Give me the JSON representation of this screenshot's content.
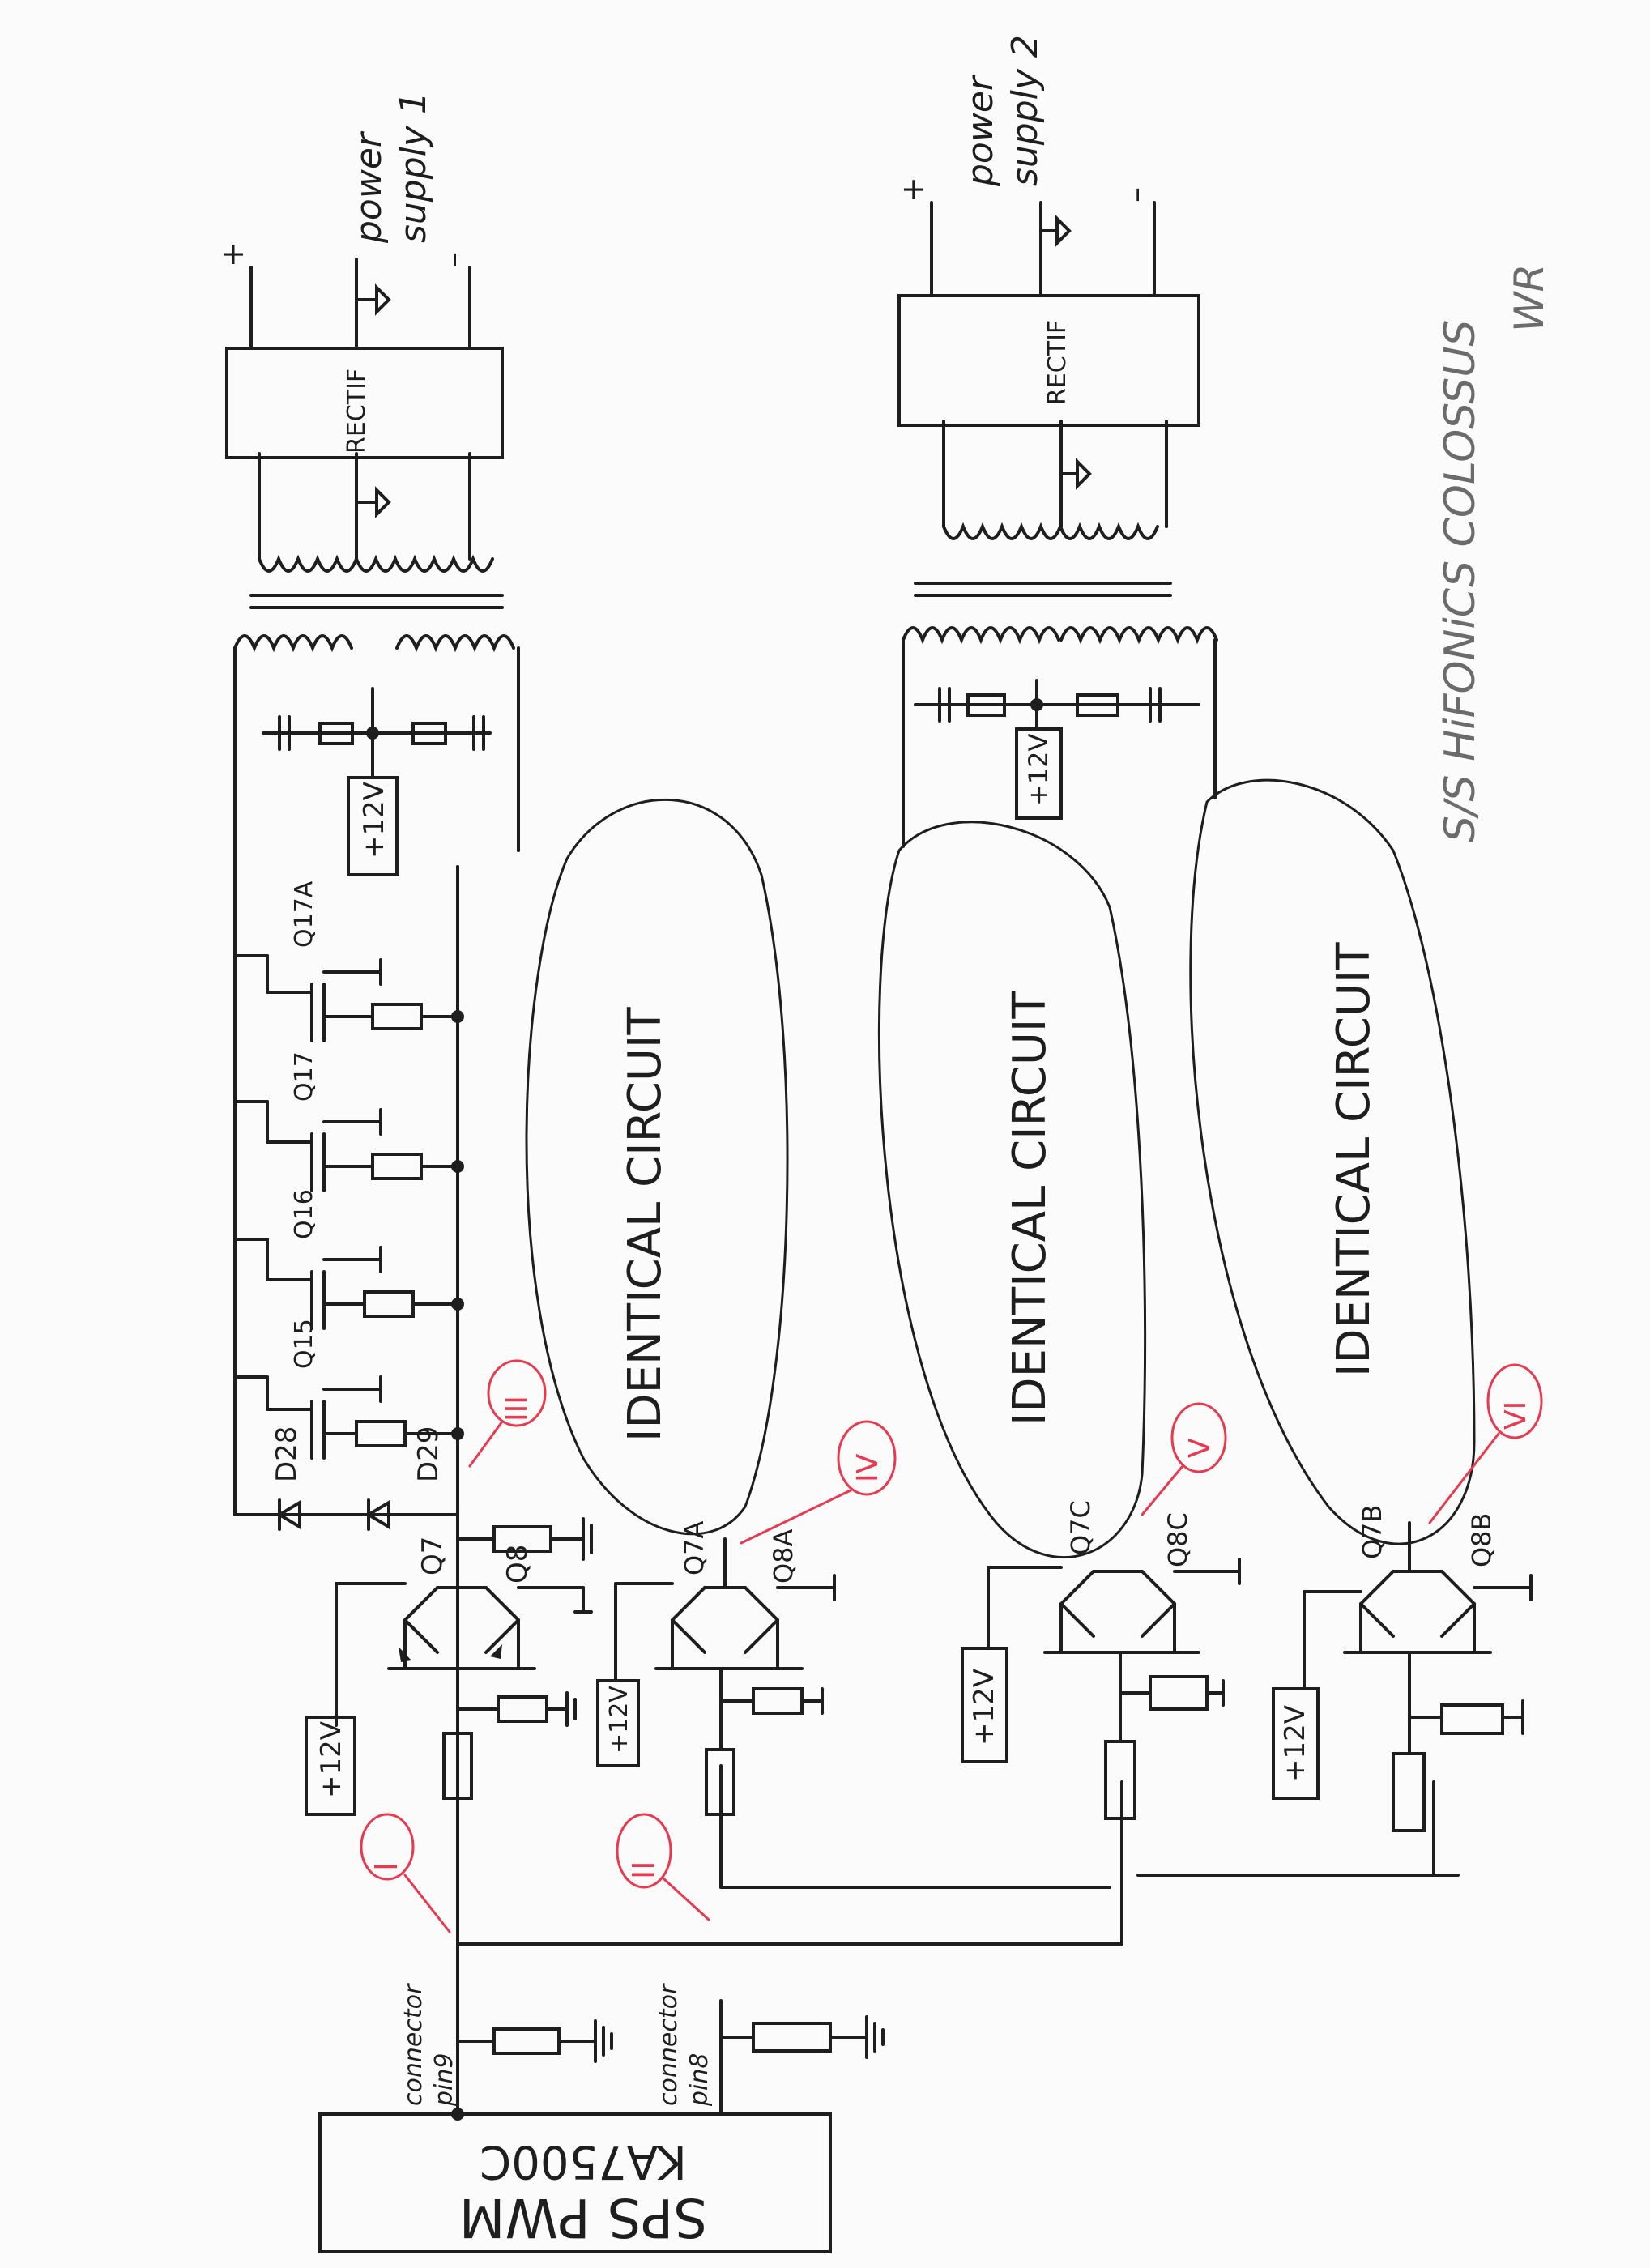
{
  "ic": {
    "name": "SPS PWM",
    "part": "KA7500C"
  },
  "connectors": {
    "pin9": [
      "connector",
      "pin9"
    ],
    "pin8": [
      "connector",
      "pin8"
    ]
  },
  "supply_tag": "+12V",
  "stage1": {
    "q_upper": "Q7",
    "q_lower": "Q8",
    "d_a": "D28",
    "d_b": "D29",
    "mosfets": [
      "Q15",
      "Q16",
      "Q17",
      "Q17A"
    ]
  },
  "driver_a": {
    "q_upper": "Q7A",
    "q_lower": "Q8A"
  },
  "driver_c": {
    "q_upper": "Q7C",
    "q_lower": "Q8C"
  },
  "driver_b": {
    "q_upper": "Q7B",
    "q_lower": "Q8B"
  },
  "identical_label": "IDENTICAL CIRCUIT",
  "rectifier_label": "RECTIF",
  "power_supply_1": [
    "power",
    "supply 1"
  ],
  "power_supply_2": [
    "power",
    "supply 2"
  ],
  "plus": "+",
  "minus": "–",
  "title": "S/S HiFONiCS COLOSSUS",
  "signature": "WR",
  "test_points": [
    "I",
    "II",
    "III",
    "IV",
    "V",
    "VI"
  ],
  "colors": {
    "ink": "#1e1e1e",
    "pencil": "#6b6b6b",
    "marker": "#e8394f",
    "paper": "#fbfbfb"
  }
}
